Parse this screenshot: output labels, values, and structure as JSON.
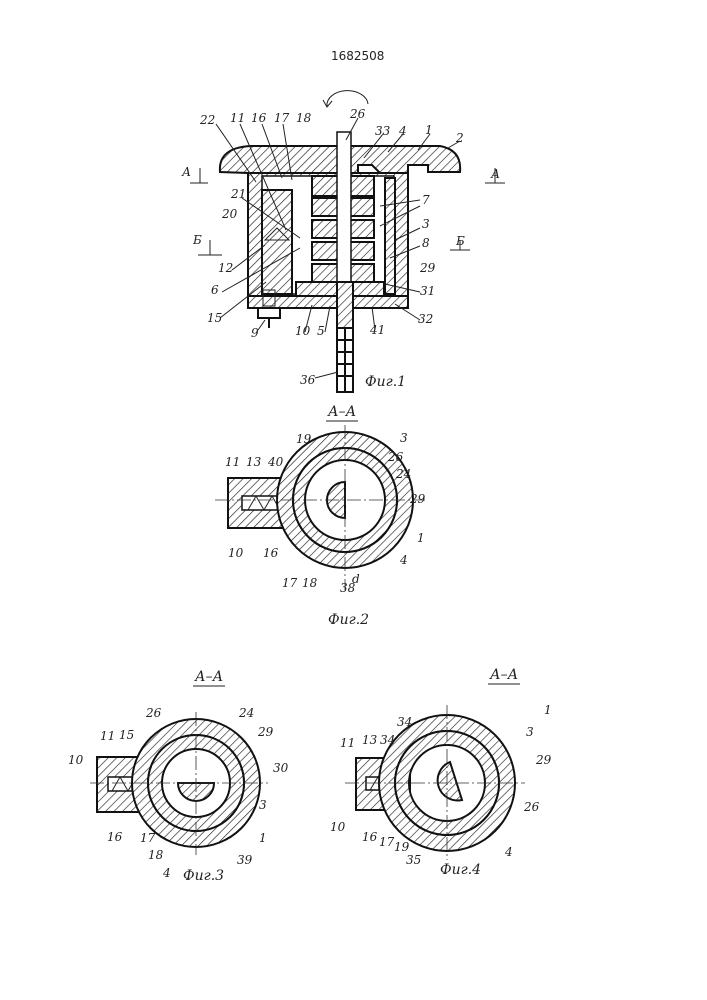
{
  "patent_number": "1682508",
  "fig1": {
    "caption": "Фиг.1",
    "labels": [
      "22",
      "11",
      "16",
      "17",
      "18",
      "26",
      "33",
      "4",
      "1",
      "2",
      "А",
      "А",
      "21",
      "20",
      "Б",
      "Б",
      "7",
      "3",
      "8",
      "12",
      "29",
      "6",
      "31",
      "15",
      "32",
      "9",
      "10",
      "5",
      "41",
      "36"
    ]
  },
  "fig2": {
    "section_title": "А–А",
    "caption": "Фиг.2",
    "labels": [
      "19",
      "3",
      "11",
      "13",
      "40",
      "26",
      "24",
      "29",
      "10",
      "16",
      "17",
      "18",
      "38",
      "d",
      "1",
      "4"
    ]
  },
  "fig3": {
    "section_title": "А–А",
    "caption": "Фиг.3",
    "labels": [
      "26",
      "24",
      "29",
      "11",
      "15",
      "10",
      "30",
      "3",
      "16",
      "17",
      "1",
      "18",
      "39",
      "4"
    ]
  },
  "fig4": {
    "section_title": "А–А",
    "caption": "Фиг.4",
    "labels": [
      "1",
      "34",
      "34",
      "13",
      "11",
      "3",
      "29",
      "26",
      "10",
      "16",
      "17",
      "19",
      "35",
      "4"
    ]
  }
}
